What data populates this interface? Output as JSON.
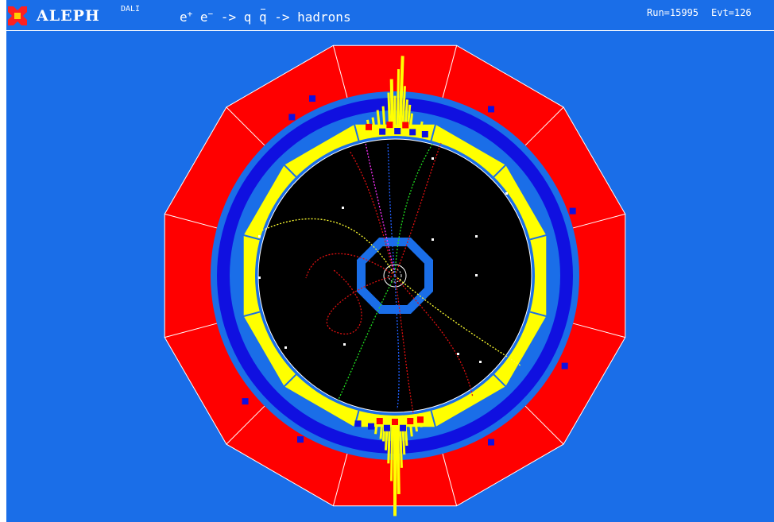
{
  "header": {
    "experiment": "ALEPH",
    "program": "DALI",
    "process": {
      "e1": "e",
      "sup1": "+",
      "e2": "e",
      "sup2": "−",
      "arrow1": " -> q ",
      "qbar": "q",
      "arrow2": " -> hadrons"
    },
    "run": "Run=15995",
    "event": "Evt=126"
  },
  "colors": {
    "background": "#1a6ee8",
    "calorimeter": "#ff0000",
    "coil": "#1010e0",
    "ecal": "#ffff00",
    "tracker": "#000000",
    "track_red": "#e01010",
    "track_yellow": "#ffff30",
    "track_green": "#20e020",
    "track_magenta": "#ff30ff",
    "track_blue": "#2060ff"
  }
}
